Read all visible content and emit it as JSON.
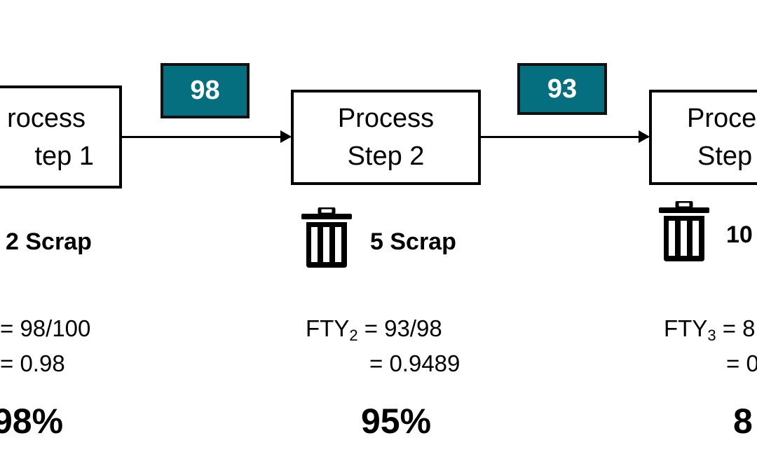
{
  "colors": {
    "flow_box": "#056f80",
    "line": "#000000"
  },
  "steps": [
    {
      "label_line1": "rocess",
      "label_line2": "tep 1",
      "scrap": "2 Scrap",
      "fty_line1": "= 98/100",
      "fty_line2": "= 0.98",
      "percent": "98%"
    },
    {
      "label_line1": "Process",
      "label_line2": "Step 2",
      "scrap": "5 Scrap",
      "fty_prefix": "FTY",
      "fty_sub": "2",
      "fty_line1": " = 93/98",
      "fty_line2": "= 0.9489",
      "percent": "95%",
      "icon": "trash-icon"
    },
    {
      "label_line1": "Proce",
      "label_line2": "Step",
      "scrap": "10",
      "fty_prefix": "FTY",
      "fty_sub": "3",
      "fty_line1": " = 8",
      "fty_line2": "= 0",
      "percent": "8",
      "icon": "trash-icon"
    }
  ],
  "flows": [
    {
      "value": "98"
    },
    {
      "value": "93"
    }
  ]
}
